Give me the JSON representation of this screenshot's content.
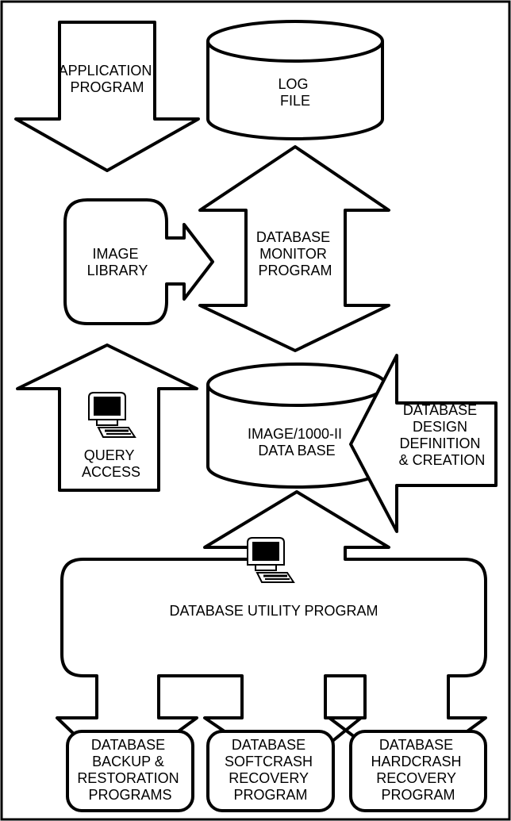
{
  "application_program": [
    "APPLICATION",
    "PROGRAM"
  ],
  "log_file": [
    "LOG",
    "FILE"
  ],
  "image_library": [
    "IMAGE",
    "LIBRARY"
  ],
  "database_monitor": [
    "DATABASE",
    "MONITOR",
    "PROGRAM"
  ],
  "query_access": [
    "QUERY",
    "ACCESS"
  ],
  "data_base": [
    "IMAGE/1000-II",
    "DATA BASE"
  ],
  "design": [
    "DATABASE",
    "DESIGN",
    "DEFINITION",
    "& CREATION"
  ],
  "utility": "DATABASE UTILITY PROGRAM",
  "backup": [
    "DATABASE",
    "BACKUP &",
    "RESTORATION",
    "PROGRAMS"
  ],
  "softcrash": [
    "DATABASE",
    "SOFTCRASH",
    "RECOVERY",
    "PROGRAM"
  ],
  "hardcrash": [
    "DATABASE",
    "HARDCRASH",
    "RECOVERY",
    "PROGRAM"
  ],
  "colors": {
    "ink": "#000000",
    "paper": "#ffffff"
  },
  "icons": [
    "terminal-icon"
  ]
}
